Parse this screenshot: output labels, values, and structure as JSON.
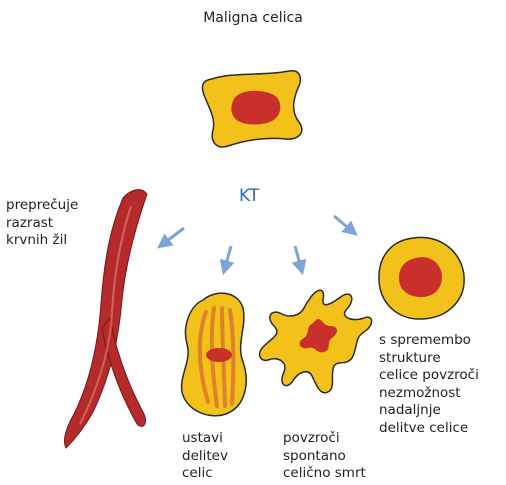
{
  "title": "Maligna celica",
  "agent_label": "KT",
  "colors": {
    "cell_fill": "#f2c21b",
    "cell_outline": "#2b2b2b",
    "nucleus": "#c9302c",
    "vessel": "#b52a2a",
    "arrow": "#7ba5d6",
    "agent_text": "#2f6eb5"
  },
  "effects": [
    {
      "id": "vessels",
      "label": "preprečuje\nrazrast\nkrvnih žil",
      "illustration": "blood-vessel"
    },
    {
      "id": "division",
      "label": "ustavi\ndelitev\ncelic",
      "illustration": "dividing-cell"
    },
    {
      "id": "death",
      "label": "povzroči\nspontano\ncelično smrt",
      "illustration": "apoptotic-cell"
    },
    {
      "id": "structure",
      "label": "s spremembo\nstrukture\ncelice povzroči\nnezmožnost\nnadaljnje\ndelitve celice",
      "illustration": "round-cell"
    }
  ]
}
